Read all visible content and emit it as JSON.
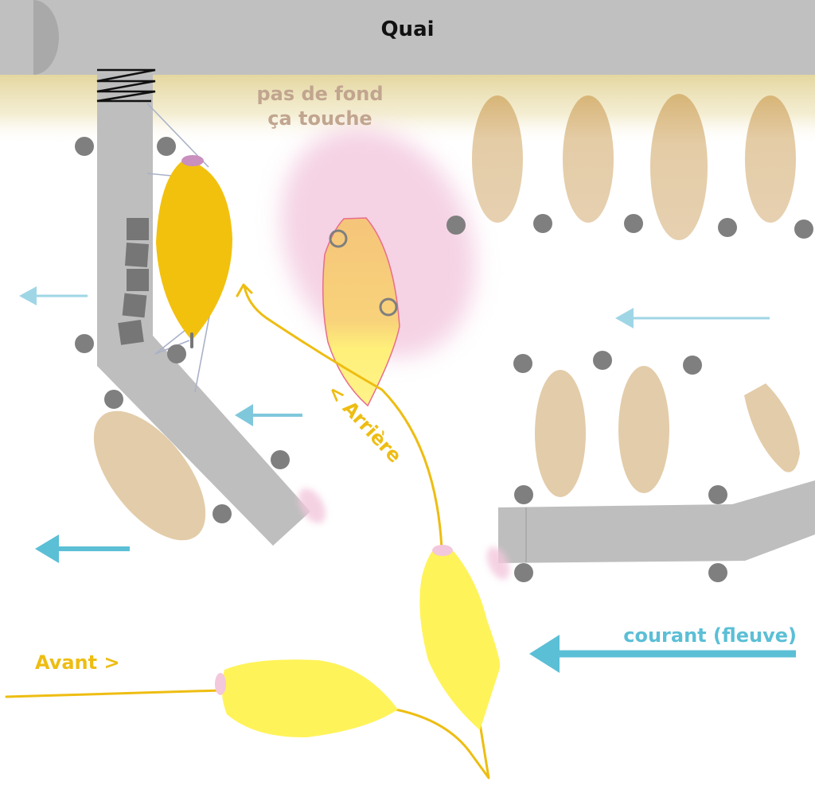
{
  "labels": {
    "quay": "Quai",
    "shallow_line1": "pas de fond",
    "shallow_line2": "ça touche",
    "stern": "< Arrière",
    "bow": "Avant >",
    "current": "courant (fleuve)"
  },
  "colors": {
    "quay": "#c0c0c0",
    "quay_edge": "#a9a9a9",
    "sand_band": "#e6dcaa",
    "pontoon": "#bebebe",
    "bollard": "#7f7f7f",
    "moored_boat": "#e3cca9",
    "boat_yellow": "#fff35a",
    "boat_orange": "#f2c10e",
    "fender_pink": "#f3c7dc",
    "shallow_zone": "#f2c4dc",
    "current_arrow": "#5bbfd6",
    "current_arrow_light": "#9fd6e6",
    "route_line": "#eebd12",
    "shallow_text": "#c1a58f",
    "title_text": "#111111"
  }
}
